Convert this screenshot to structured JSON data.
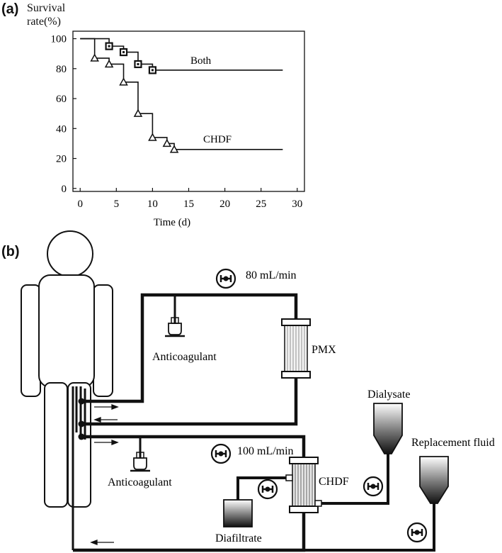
{
  "panel_a": {
    "label": "(a)",
    "ylabel_line1": "Survival",
    "ylabel_line2": "rate(%)",
    "xlabel": "Time (d)"
  },
  "chart_data": {
    "type": "line",
    "xlabel": "Time (d)",
    "ylabel": "Survival rate(%)",
    "xlim": [
      -1,
      31
    ],
    "ylim": [
      -2,
      105
    ],
    "x_ticks": [
      0,
      5,
      10,
      15,
      20,
      25,
      30
    ],
    "y_ticks": [
      0,
      20,
      40,
      60,
      80,
      100
    ],
    "grid": false,
    "series": [
      {
        "name": "Both",
        "marker": "square",
        "steps": [
          [
            0,
            100
          ],
          [
            4,
            100
          ],
          [
            4,
            95
          ],
          [
            6,
            95
          ],
          [
            6,
            91
          ],
          [
            8,
            91
          ],
          [
            8,
            83
          ],
          [
            10,
            83
          ],
          [
            10,
            79
          ],
          [
            28,
            79
          ]
        ],
        "markers": [
          [
            4,
            95
          ],
          [
            6,
            91
          ],
          [
            8,
            83
          ],
          [
            10,
            79
          ]
        ]
      },
      {
        "name": "CHDF",
        "marker": "triangle",
        "steps": [
          [
            0,
            100
          ],
          [
            2,
            100
          ],
          [
            2,
            87
          ],
          [
            4,
            87
          ],
          [
            4,
            83
          ],
          [
            6,
            83
          ],
          [
            6,
            71
          ],
          [
            8,
            71
          ],
          [
            8,
            50
          ],
          [
            10,
            50
          ],
          [
            10,
            34
          ],
          [
            12,
            34
          ],
          [
            12,
            30
          ],
          [
            13,
            30
          ],
          [
            13,
            26
          ],
          [
            28,
            26
          ]
        ],
        "markers": [
          [
            2,
            87
          ],
          [
            4,
            83
          ],
          [
            6,
            71
          ],
          [
            8,
            50
          ],
          [
            10,
            34
          ],
          [
            12,
            30
          ],
          [
            13,
            26
          ]
        ]
      }
    ]
  },
  "panel_b": {
    "label": "(b)",
    "flow_top": "80 mL/min",
    "flow_mid": "100 mL/min",
    "anticoagulant_top": "Anticoagulant",
    "anticoagulant_bottom": "Anticoagulant",
    "pmx": "PMX",
    "chdf": "CHDF",
    "dialysate": "Dialysate",
    "replacement_fluid": "Replacement fluid",
    "diafiltrate": "Diafiltrate"
  }
}
